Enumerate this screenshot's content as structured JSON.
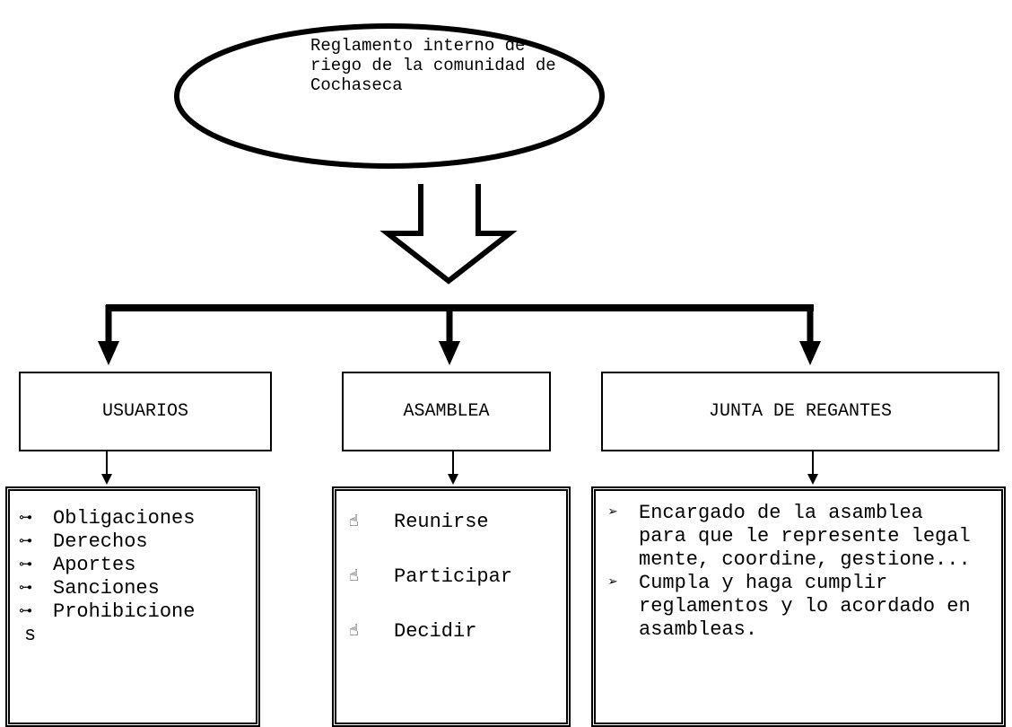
{
  "title": "Reglamento interno de\nriego de la comunidad de\nCochaseca",
  "boxes": {
    "usuarios": {
      "label": "USUARIOS",
      "items": [
        "Obligaciones",
        "Derechos",
        "Aportes",
        "Sanciones",
        "Prohibicione",
        "s"
      ],
      "bullet_icon": "key-bullet-icon",
      "bullet_glyph": "⊶"
    },
    "asamblea": {
      "label": "ASAMBLEA",
      "items": [
        "Reunirse",
        "Participar",
        "Decidir"
      ],
      "bullet_icon": "pointing-finger-icon",
      "bullet_glyph": "☝"
    },
    "junta": {
      "label": "JUNTA DE REGANTES",
      "items": [
        "Encargado de la asamblea para que le represente legal mente, coordine, gestione...",
        "Cumpla y haga cumplir reglamentos y lo acordado en asambleas."
      ],
      "bullet_icon": "arrowhead-bullet-icon",
      "bullet_glyph": "➢"
    }
  }
}
